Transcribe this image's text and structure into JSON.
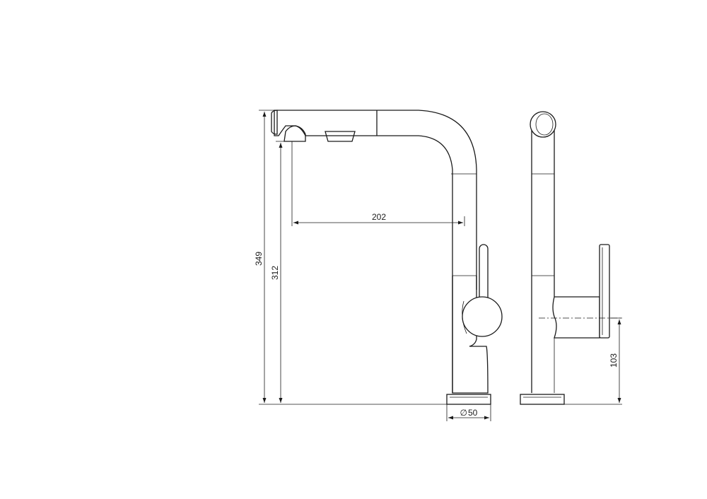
{
  "dimensions": {
    "total_height": "349",
    "spout_height": "312",
    "spout_reach": "202",
    "base_diameter": "50",
    "handle_height": "103"
  },
  "symbols": {
    "diameter": "∅"
  }
}
